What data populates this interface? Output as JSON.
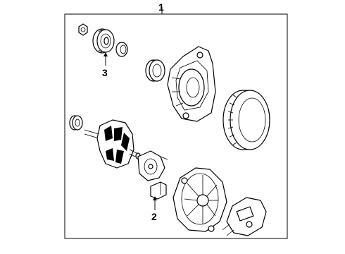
{
  "callouts": {
    "assembly": "1",
    "rotor_brush": "2",
    "pulley": "3"
  },
  "part_icons": [
    "nut-icon",
    "pulley-icon",
    "spacer-ring-icon",
    "bearing-icon",
    "front-housing-icon",
    "stator-icon",
    "rotor-icon",
    "rectifier-icon",
    "regulator-icon",
    "rear-housing-icon",
    "brush-holder-icon"
  ]
}
